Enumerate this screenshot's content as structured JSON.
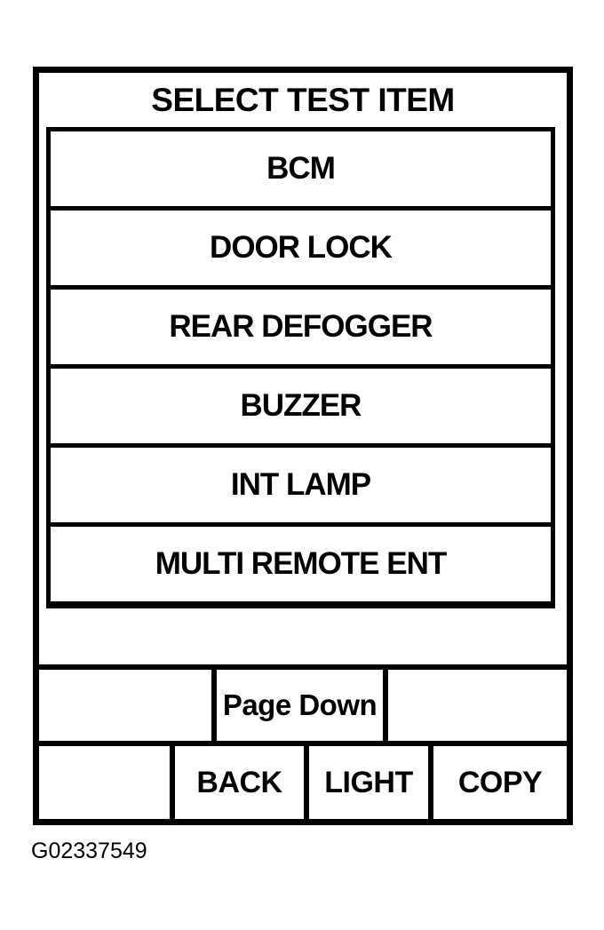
{
  "figure": {
    "id": "G02337549"
  },
  "screen": {
    "title": "SELECT TEST ITEM",
    "menu_items": [
      "BCM",
      "DOOR LOCK",
      "REAR DEFOGGER",
      "BUZZER",
      "INT LAMP",
      "MULTI REMOTE ENT"
    ],
    "page_controls": {
      "page_down": "Page Down"
    },
    "function_keys": {
      "back": "BACK",
      "light": "LIGHT",
      "copy": "COPY"
    }
  },
  "colors": {
    "foreground": "#000000",
    "background": "#ffffff"
  }
}
